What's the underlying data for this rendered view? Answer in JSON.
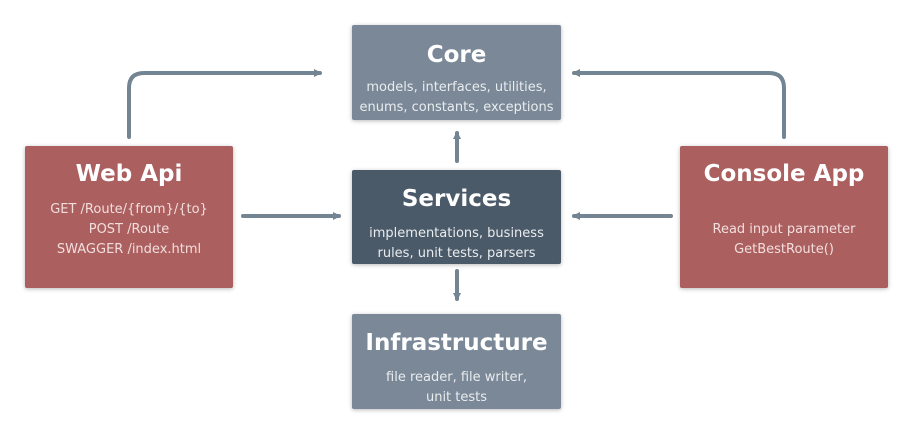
{
  "colors": {
    "core_box": "#7a8897",
    "services_box": "#4b5a69",
    "infrastructure_box": "#7a8897",
    "app_box": "#ab5f5f",
    "arrow": "#738593"
  },
  "core": {
    "title": "Core",
    "line1": "models, interfaces, utilities,",
    "line2": "enums, constants, exceptions"
  },
  "services": {
    "title": "Services",
    "line1": "implementations, business",
    "line2": "rules, unit tests, parsers"
  },
  "infrastructure": {
    "title": "Infrastructure",
    "line1": "file reader, file writer,",
    "line2": "unit tests"
  },
  "web_api": {
    "title": "Web Api",
    "line1": "GET /Route/{from}/{to}",
    "line2": "POST /Route",
    "line3": "SWAGGER /index.html"
  },
  "console_app": {
    "title": "Console App",
    "line1": "Read input parameter",
    "line2": "GetBestRoute()"
  }
}
